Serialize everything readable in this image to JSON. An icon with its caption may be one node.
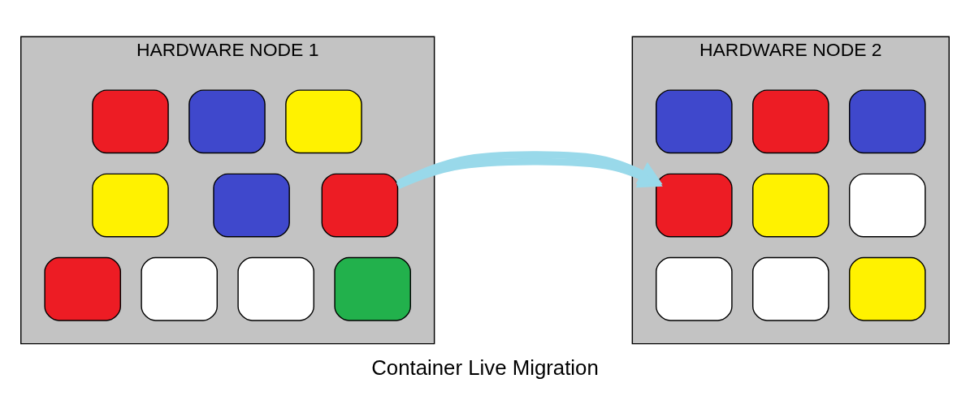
{
  "diagram": {
    "caption": "Container Live Migration",
    "nodes": [
      {
        "text": [
          "HARDWARE NODE 1"
        ]
      },
      {
        "text": [],
        "shape": "box",
        "in": 0
      },
      {
        "text": [],
        "shape": "box",
        "in": 0
      },
      {
        "text": [],
        "shape": "box",
        "in": 0
      },
      {
        "text": [],
        "shape": "box",
        "in": 0
      },
      {
        "text": [],
        "shape": "box",
        "in": 0
      },
      {
        "text": [],
        "shape": "box",
        "in": 0
      },
      {
        "text": [],
        "shape": "box",
        "in": 0
      },
      {
        "text": [],
        "shape": "box",
        "in": 0
      },
      {
        "text": [],
        "shape": "box",
        "in": 0
      },
      {
        "text": [],
        "shape": "box",
        "in": 0
      },
      {
        "text": [
          "HARDWARE NODE 2"
        ]
      },
      {
        "text": [],
        "shape": "box",
        "in": 11
      },
      {
        "text": [],
        "shape": "box",
        "in": 11
      },
      {
        "text": [],
        "shape": "box",
        "in": 11
      },
      {
        "text": [],
        "shape": "box",
        "in": 11
      },
      {
        "text": [],
        "shape": "box",
        "in": 11
      },
      {
        "text": [],
        "shape": "box",
        "in": 11
      },
      {
        "text": [],
        "shape": "box",
        "in": 11
      },
      {
        "text": [],
        "shape": "box",
        "in": 11
      },
      {
        "text": [],
        "shape": "box",
        "in": 11
      }
    ],
    "edges": [
      {
        "from": 0,
        "to": 11,
        "arrow": "to",
        "color": "#99d9ea"
      }
    ]
  }
}
